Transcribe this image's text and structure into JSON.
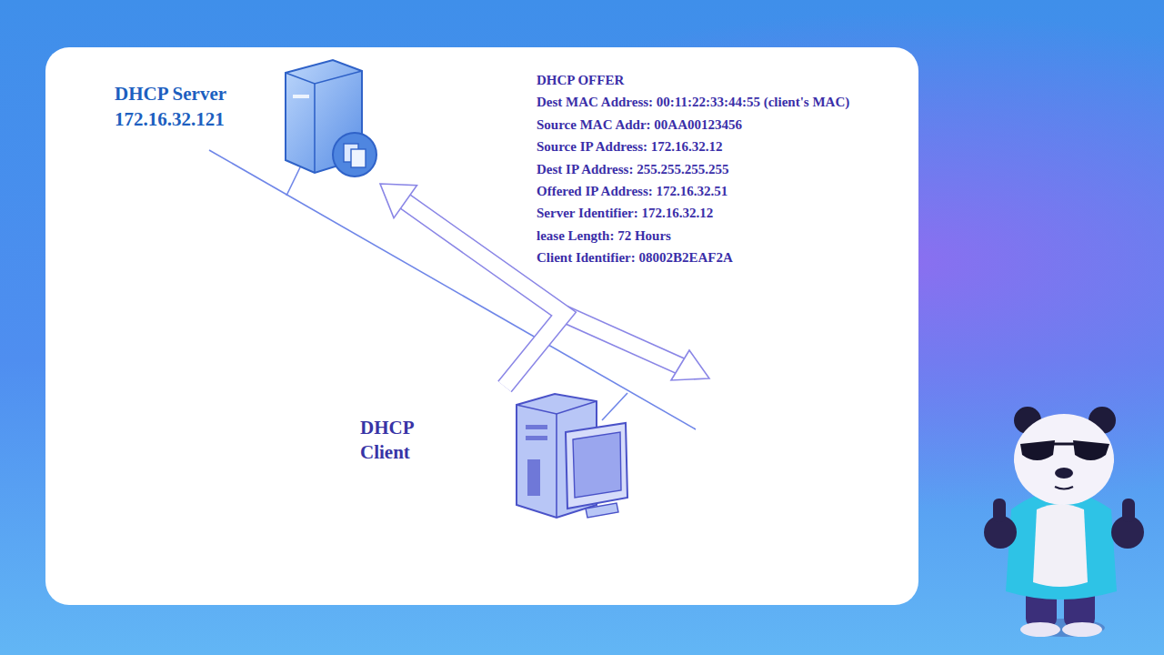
{
  "diagram": {
    "nodes": [
      {
        "text": [
          "DHCP Server",
          "172.16.32.121"
        ]
      },
      {
        "text": [
          "DHCP Client"
        ]
      }
    ],
    "edges": [
      {
        "from": 1,
        "to": 0,
        "arrow": "to"
      }
    ],
    "labels": [
      "DHCP OFFER",
      "Dest MAC Address: 00:11:22:33:44:55 (client's MAC)",
      "Source MAC Addr: 00AA00123456",
      "Source IP Address: 172.16.32.12",
      "Dest IP Address: 255.255.255.255",
      "Offered IP Address: 172.16.32.51",
      "Server Identifier: 172.16.32.12",
      "lease Length: 72 Hours",
      "Client Identifier: 08002B2EAF2A"
    ]
  }
}
